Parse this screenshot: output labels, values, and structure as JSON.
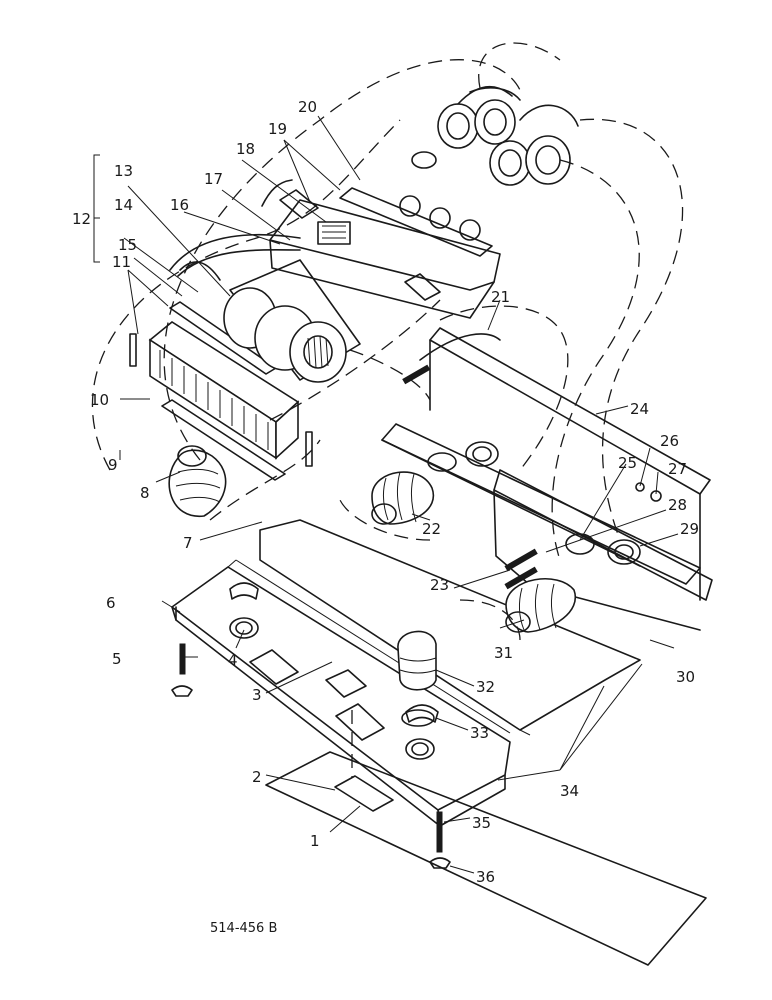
{
  "drawing": {
    "reference_number": "514-456 B"
  },
  "callouts": [
    {
      "id": "1",
      "text": "1"
    },
    {
      "id": "2",
      "text": "2"
    },
    {
      "id": "3",
      "text": "3"
    },
    {
      "id": "4",
      "text": "4"
    },
    {
      "id": "5",
      "text": "5"
    },
    {
      "id": "6",
      "text": "6"
    },
    {
      "id": "7",
      "text": "7"
    },
    {
      "id": "8",
      "text": "8"
    },
    {
      "id": "9",
      "text": "9"
    },
    {
      "id": "10",
      "text": "10"
    },
    {
      "id": "11",
      "text": "11"
    },
    {
      "id": "12",
      "text": "12"
    },
    {
      "id": "13",
      "text": "13"
    },
    {
      "id": "14",
      "text": "14"
    },
    {
      "id": "15",
      "text": "15"
    },
    {
      "id": "16",
      "text": "16"
    },
    {
      "id": "17",
      "text": "17"
    },
    {
      "id": "18",
      "text": "18"
    },
    {
      "id": "19",
      "text": "19"
    },
    {
      "id": "20",
      "text": "20"
    },
    {
      "id": "21",
      "text": "21"
    },
    {
      "id": "22",
      "text": "22"
    },
    {
      "id": "23",
      "text": "23"
    },
    {
      "id": "24",
      "text": "24"
    },
    {
      "id": "25",
      "text": "25"
    },
    {
      "id": "26",
      "text": "26"
    },
    {
      "id": "27",
      "text": "27"
    },
    {
      "id": "28",
      "text": "28"
    },
    {
      "id": "29",
      "text": "29"
    },
    {
      "id": "30",
      "text": "30"
    },
    {
      "id": "31",
      "text": "31"
    },
    {
      "id": "32",
      "text": "32"
    },
    {
      "id": "33",
      "text": "33"
    },
    {
      "id": "34",
      "text": "34"
    },
    {
      "id": "35",
      "text": "35"
    },
    {
      "id": "36",
      "text": "36"
    }
  ]
}
